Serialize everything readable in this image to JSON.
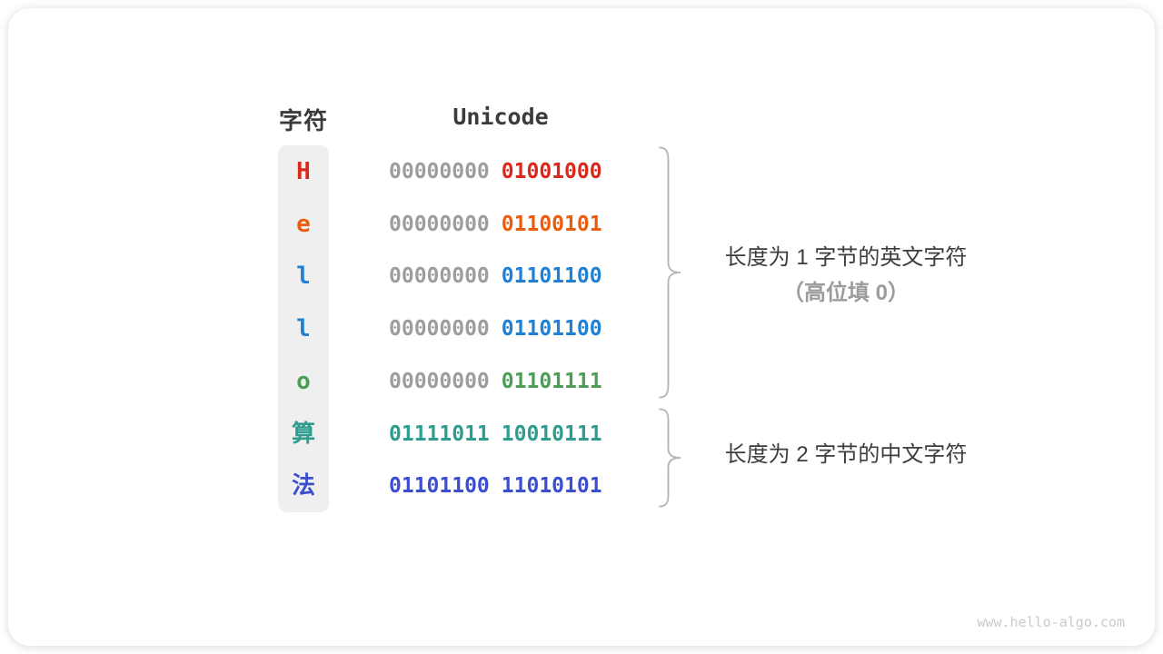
{
  "page": {
    "watermark": "www.hello-algo.com"
  },
  "palette": {
    "header_text": "#3b3b3b",
    "muted_zero": "#9d9d9d",
    "red": "#da291c",
    "orange": "#ec5c0d",
    "blue": "#1f80d4",
    "green": "#4d9e55",
    "teal": "#2e9d8e",
    "indigo": "#3c4ed0",
    "char_column_bg": "#efefef",
    "brace": "#b3b3b3",
    "annotation_dark": "#3d3d3d",
    "annotation_gray": "#9c9c9c"
  },
  "table": {
    "char_header": "字符",
    "unicode_header": "Unicode",
    "muted_color": "#9d9d9d",
    "rows": [
      {
        "char": "H",
        "color": "#da291c",
        "high": "00000000",
        "low": "01001000",
        "high_color": "#9d9d9d",
        "bytes": 1
      },
      {
        "char": "e",
        "color": "#ec5c0d",
        "high": "00000000",
        "low": "01100101",
        "high_color": "#9d9d9d",
        "bytes": 1
      },
      {
        "char": "l",
        "color": "#1f80d4",
        "high": "00000000",
        "low": "01101100",
        "high_color": "#9d9d9d",
        "bytes": 1
      },
      {
        "char": "l",
        "color": "#1f80d4",
        "high": "00000000",
        "low": "01101100",
        "high_color": "#9d9d9d",
        "bytes": 1
      },
      {
        "char": "o",
        "color": "#4d9e55",
        "high": "00000000",
        "low": "01101111",
        "high_color": "#9d9d9d",
        "bytes": 1
      },
      {
        "char": "算",
        "color": "#2e9d8e",
        "high": "01111011",
        "low": "10010111",
        "high_color": "#2e9d8e",
        "bytes": 2
      },
      {
        "char": "法",
        "color": "#3c4ed0",
        "high": "01101100",
        "low": "11010101",
        "high_color": "#3c4ed0",
        "bytes": 2
      }
    ]
  },
  "annotations": {
    "group1_line1": "长度为 1 字节的英文字符",
    "group1_line2": "（高位填 0）",
    "group2_line1": "长度为 2 字节的中文字符"
  }
}
